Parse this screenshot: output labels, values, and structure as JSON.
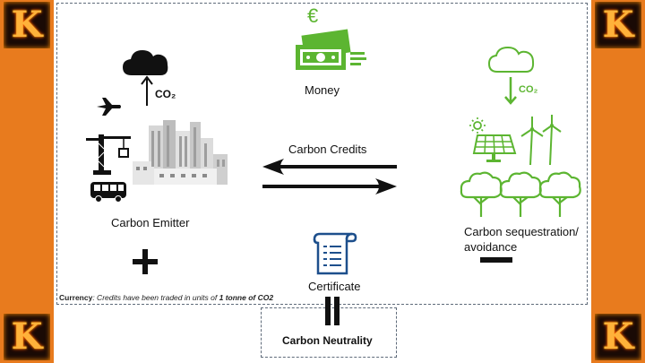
{
  "diagram": {
    "money_label": "Money",
    "currency_symbol": "€",
    "emitter_label": "Carbon Emitter",
    "sequestration_label_line1": "Carbon sequestration/",
    "sequestration_label_line2": "avoidance",
    "credits_label": "Carbon Credits",
    "certificate_label": "Certificate",
    "co2_left": "CO₂",
    "co2_right": "CO₂",
    "plus_symbol": "+",
    "footnote_bold": "Currency",
    "footnote_text": ": Credits have been traded in units of ",
    "footnote_emph": "1 tonne of CO2",
    "neutrality_label": "Carbon Neutrality",
    "corner_letter": "K"
  },
  "colors": {
    "green": "#5cb531",
    "navy": "#1d4f8c",
    "orange_bg": "#e87b1e"
  }
}
